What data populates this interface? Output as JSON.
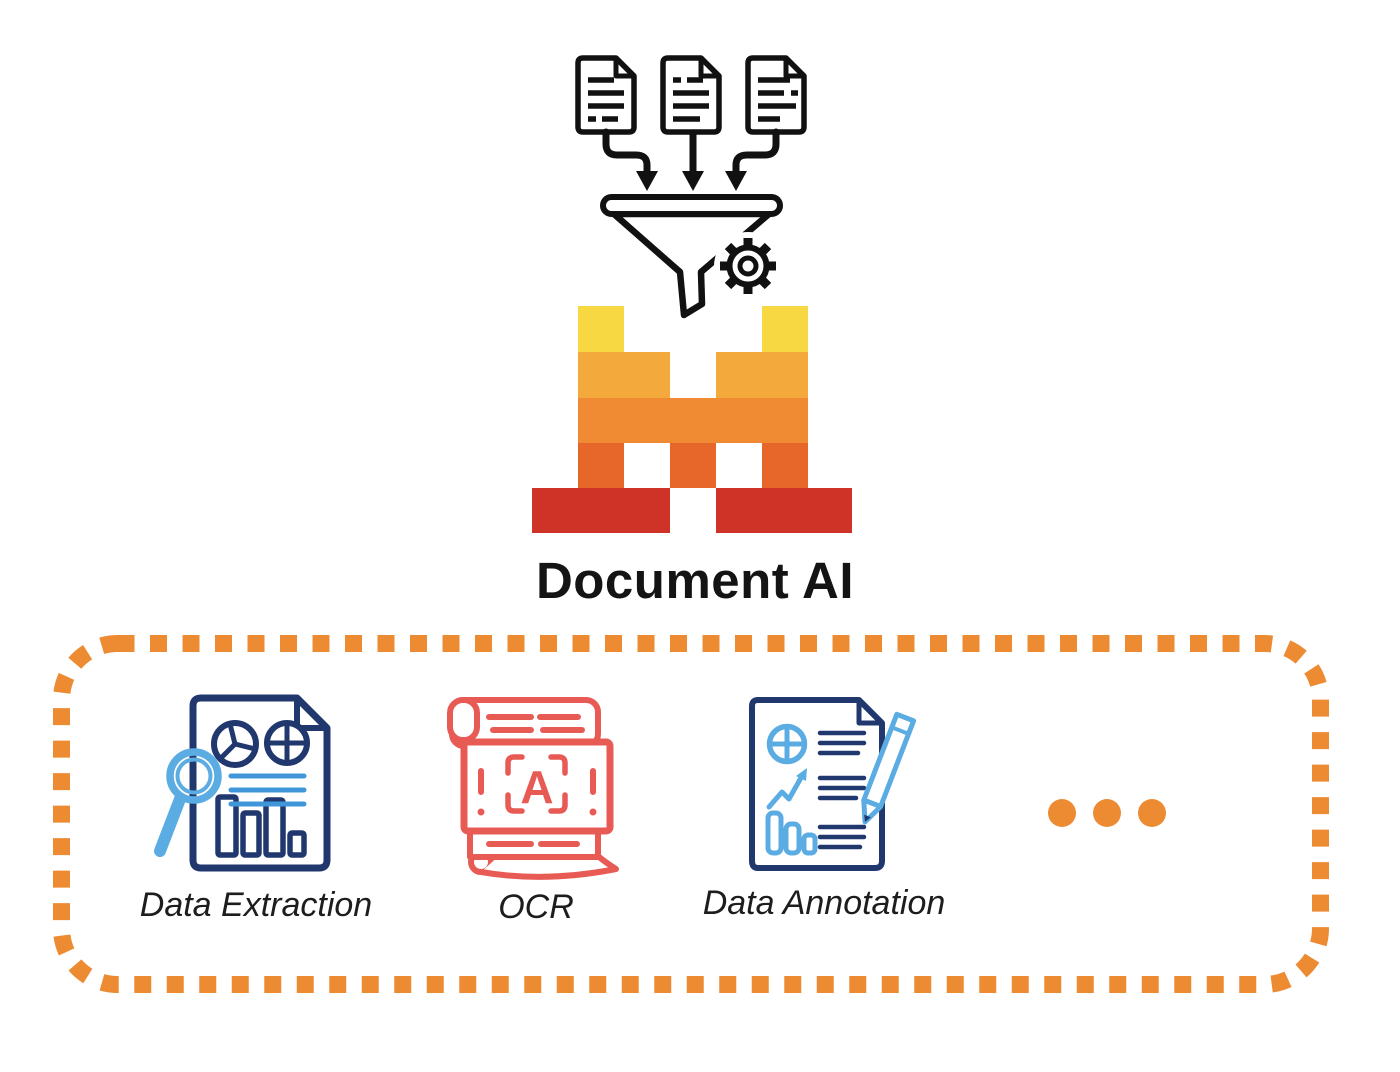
{
  "header": {
    "title": "Document AI"
  },
  "colors": {
    "outline_black": "#111111",
    "accent_orange": "#ED8B33",
    "logo_yellow": "#F7D843",
    "logo_orange_light": "#F3A93C",
    "logo_orange": "#F08B33",
    "logo_orange_deep": "#E7672B",
    "logo_red": "#CF3226",
    "icon_navy": "#21386F",
    "icon_blue": "#3F97D9",
    "icon_blue_light": "#5BACE2",
    "icon_red": "#E85B55",
    "text_dark": "#1D1D1D"
  },
  "pipeline": {
    "icons": [
      "document-icon",
      "document-icon",
      "document-icon",
      "down-arrow",
      "funnel-icon",
      "gear-icon",
      "mosaic-m-logo"
    ]
  },
  "features": {
    "items": [
      {
        "icon": "data-extraction-icon",
        "label": "Data Extraction"
      },
      {
        "icon": "ocr-scan-icon",
        "label": "OCR",
        "scan_letter": "A"
      },
      {
        "icon": "data-annotation-icon",
        "label": "Data Annotation"
      },
      {
        "icon": "ellipsis-icon",
        "label": ""
      }
    ]
  }
}
